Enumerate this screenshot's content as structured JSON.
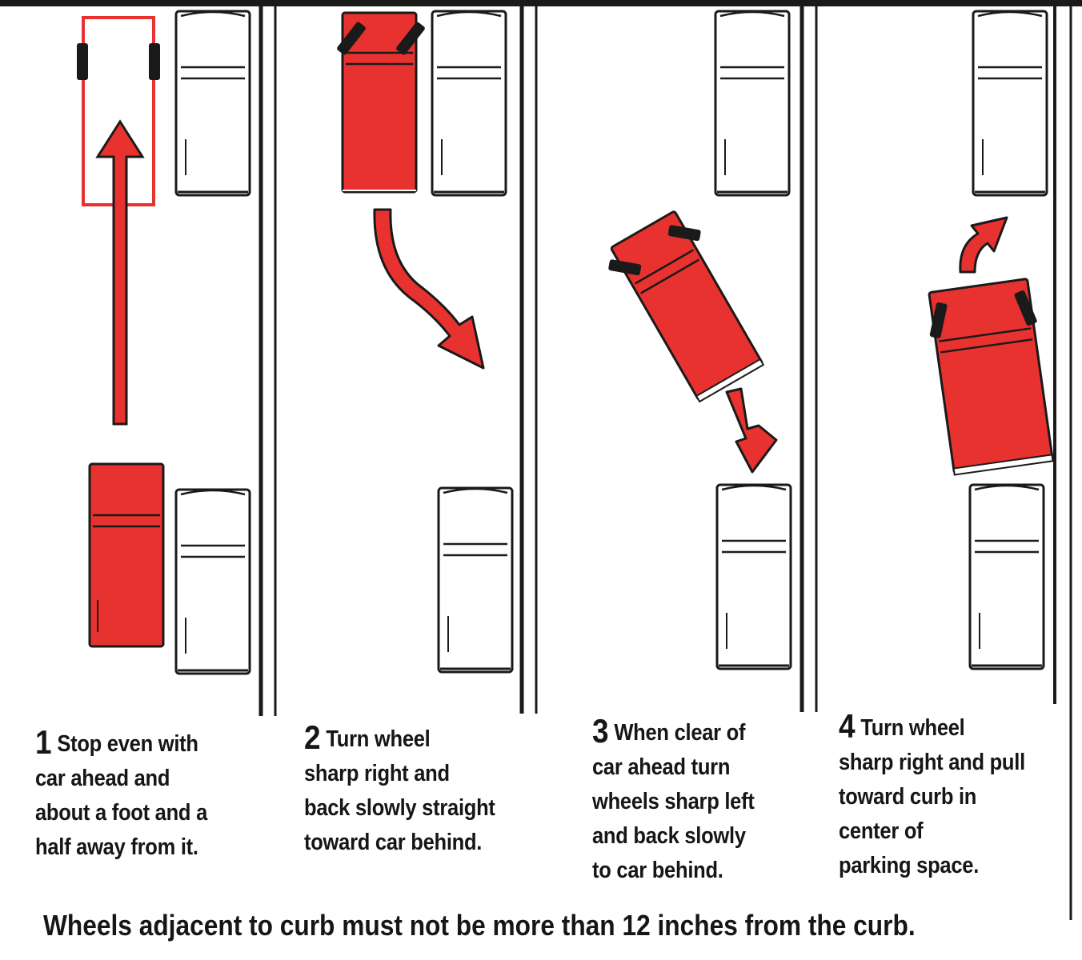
{
  "steps": [
    {
      "number": "1",
      "lines": [
        "Stop even with",
        "car ahead and",
        "about a foot and a",
        "half away from it."
      ]
    },
    {
      "number": "2",
      "lines": [
        "Turn wheel",
        "sharp right and",
        "back slowly straight",
        "toward car behind."
      ]
    },
    {
      "number": "3",
      "lines": [
        "When clear of",
        "car ahead turn",
        "wheels sharp left",
        "and back slowly",
        "to car behind."
      ]
    },
    {
      "number": "4",
      "lines": [
        "Turn wheel",
        "sharp right and pull",
        "toward curb in",
        "center of",
        "parking space."
      ]
    }
  ],
  "footer": "Wheels adjacent to curb must not be more than 12 inches from the curb.",
  "colors": {
    "red_car": "#e8322f",
    "outline": "#1a1a1a",
    "background": "#ffffff"
  },
  "icons": [
    "car-icon",
    "arrow-icon",
    "curb-line"
  ]
}
